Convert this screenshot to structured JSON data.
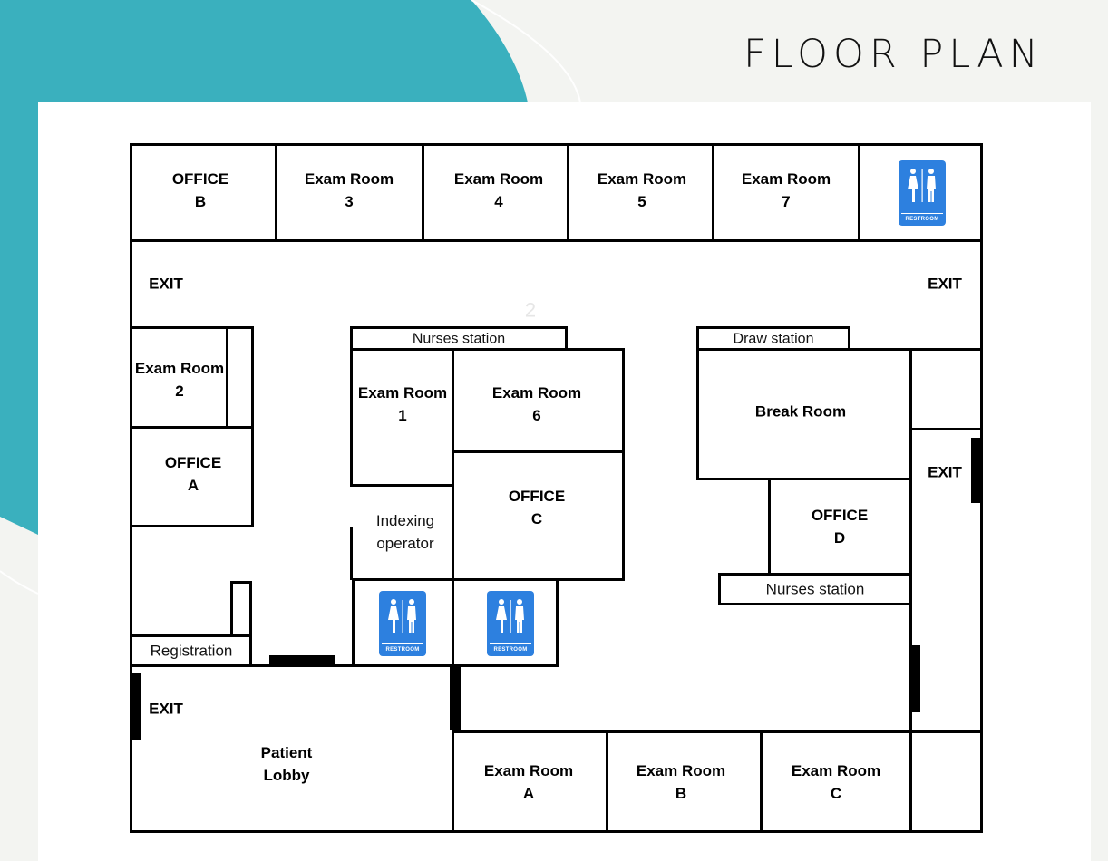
{
  "page": {
    "title": "FLOOR PLAN"
  },
  "colors": {
    "teal": "#3ab0be",
    "restroom_blue": "#2d80df",
    "page_bg": "#f3f4f1"
  },
  "rooms": {
    "office_b": [
      "OFFICE",
      "B"
    ],
    "exam_3": [
      "Exam Room",
      "3"
    ],
    "exam_4": [
      "Exam Room",
      "4"
    ],
    "exam_5": [
      "Exam Room",
      "5"
    ],
    "exam_7": [
      "Exam Room",
      "7"
    ],
    "exam_2": [
      "Exam Room",
      "2"
    ],
    "office_a": [
      "OFFICE",
      "A"
    ],
    "exam_1": [
      "Exam Room",
      "1"
    ],
    "exam_6": [
      "Exam Room",
      "6"
    ],
    "office_c": [
      "OFFICE",
      "C"
    ],
    "break_room": [
      "Break Room"
    ],
    "office_d": [
      "OFFICE",
      "D"
    ],
    "patient_lobby": [
      "Patient",
      "Lobby"
    ],
    "exam_a": [
      "Exam Room",
      "A"
    ],
    "exam_b": [
      "Exam Room",
      "B"
    ],
    "exam_c": [
      "Exam Room",
      "C"
    ]
  },
  "labels": {
    "exit": "EXIT",
    "nurses_station": "Nurses station",
    "draw_station": "Draw station",
    "indexing_operator": [
      "Indexing",
      "operator"
    ],
    "registration": "Registration",
    "restroom": "RESTROOM",
    "stray_mark": "2"
  },
  "icons": {
    "restroom": "restroom-icon"
  }
}
